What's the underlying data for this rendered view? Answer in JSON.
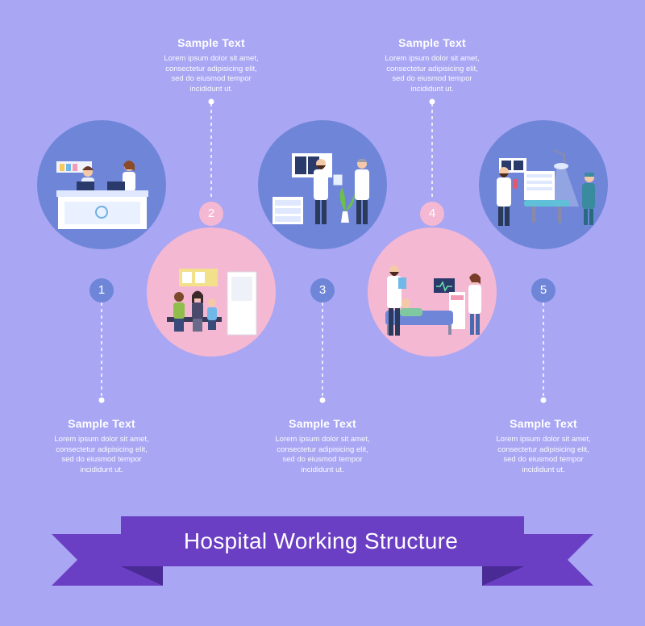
{
  "title": "Hospital Working Structure",
  "steps": [
    {
      "number": "1",
      "heading": "Sample Text",
      "body": "Lorem ipsum dolor sit amet,\nconsectetur adipisicing elit,\nsed do eiusmod tempor\nincididunt ut.",
      "scene": "reception-desk"
    },
    {
      "number": "2",
      "heading": "Sample Text",
      "body": "Lorem ipsum dolor sit amet,\nconsectetur adipisicing elit,\nsed do eiusmod tempor\nincididunt ut.",
      "scene": "waiting-room"
    },
    {
      "number": "3",
      "heading": "Sample Text",
      "body": "Lorem ipsum dolor sit amet,\nconsectetur adipisicing elit,\nsed do eiusmod tempor\nincididunt ut.",
      "scene": "doctors-consultation"
    },
    {
      "number": "4",
      "heading": "Sample Text",
      "body": "Lorem ipsum dolor sit amet,\nconsectetur adipisicing elit,\nsed do eiusmod tempor\nincididunt ut.",
      "scene": "hospital-ward"
    },
    {
      "number": "5",
      "heading": "Sample Text",
      "body": "Lorem ipsum dolor sit amet,\nconsectetur adipisicing elit,\nsed do eiusmod tempor\nincididunt ut.",
      "scene": "operating-room"
    }
  ],
  "colors": {
    "background": "#a9a6f4",
    "blue_circle": "#6f86d8",
    "pink_circle": "#f5b8d2",
    "banner": "#6b3fc3",
    "banner_dark": "#4a2a94"
  }
}
